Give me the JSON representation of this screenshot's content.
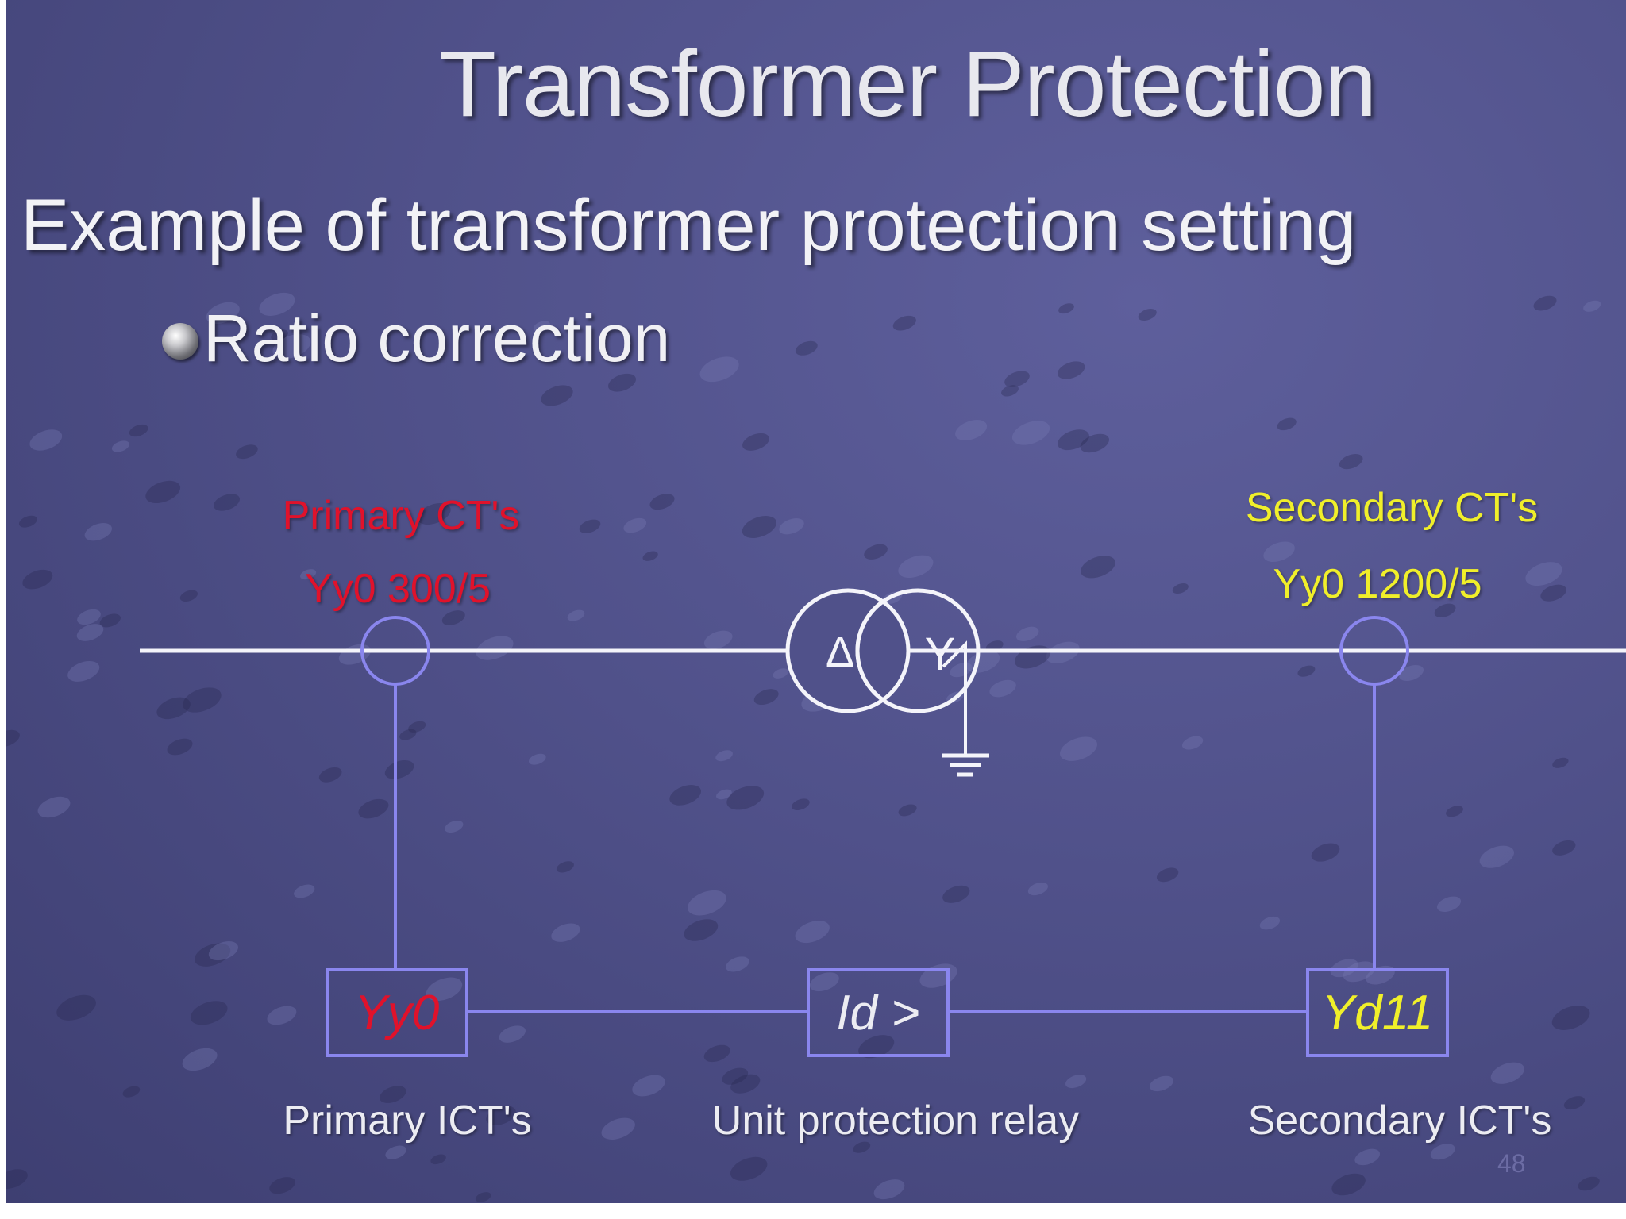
{
  "slide": {
    "title": "Transformer Protection",
    "subtitle": "Example of transformer protection setting",
    "bullet": "Ratio correction",
    "page_number": "48"
  },
  "diagram": {
    "primary_ct": {
      "label": "Primary CT's",
      "spec": "Yy0  300/5"
    },
    "secondary_ct": {
      "label": "Secondary CT's",
      "spec": "Yy0  1200/5"
    },
    "transformer": {
      "primary_winding": "Δ",
      "secondary_winding": "Y"
    },
    "primary_ict": {
      "box_text": "Yy0",
      "caption": "Primary ICT's"
    },
    "relay": {
      "box_text": "Id >",
      "caption": "Unit protection relay"
    },
    "secondary_ict": {
      "box_text": "Yd11",
      "caption": "Secondary ICT's"
    }
  },
  "colors": {
    "primary_accent": "#e0122b",
    "secondary_accent": "#f0ef2a",
    "wire_blue": "#8a86ee",
    "busbar_white": "#f4f4fa"
  }
}
